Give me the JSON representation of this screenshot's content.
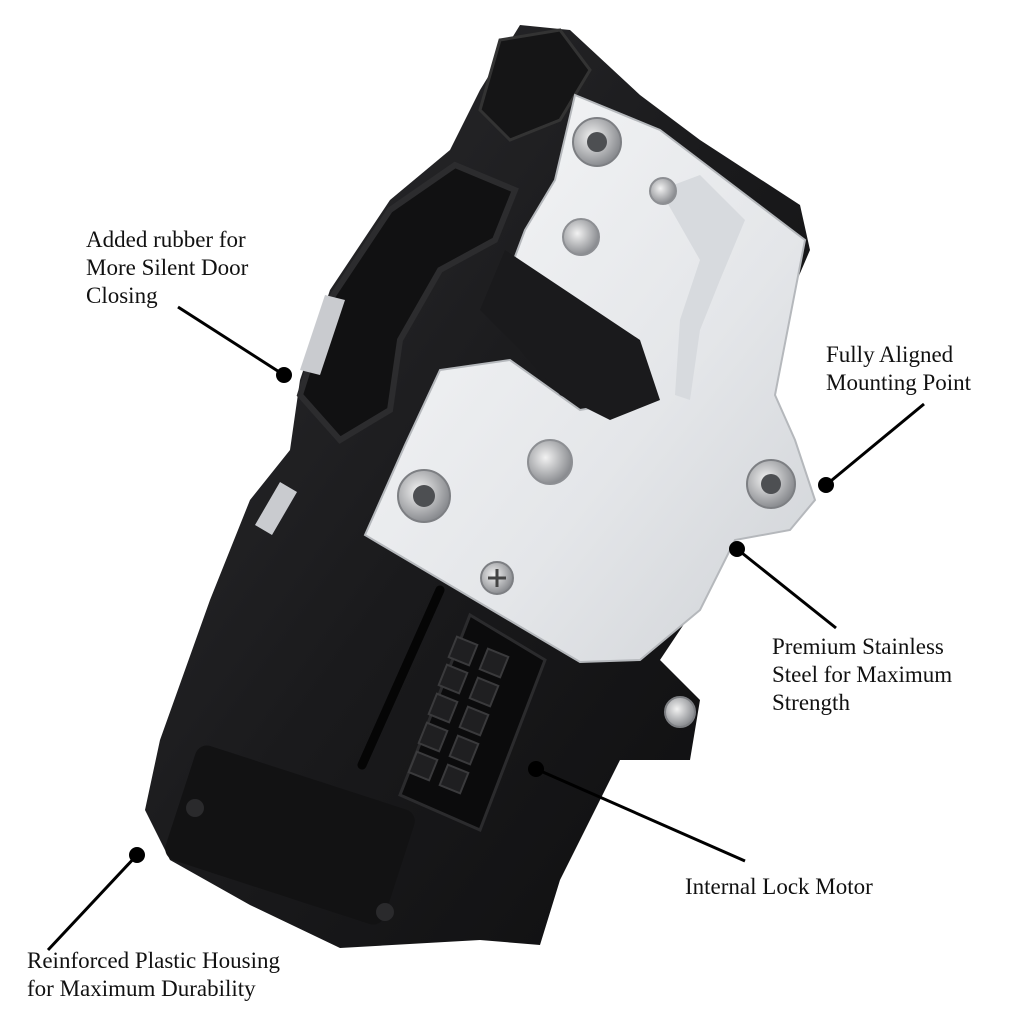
{
  "callouts": {
    "rubber": [
      "Added rubber for",
      "More Silent Door",
      "Closing"
    ],
    "mounting": [
      "Fully Aligned",
      "Mounting Point"
    ],
    "steel": [
      "Premium Stainless",
      "Steel for Maximum",
      "Strength"
    ],
    "motor": [
      "Internal Lock Motor"
    ],
    "housing": [
      "Reinforced Plastic Housing",
      "for Maximum Durability"
    ]
  },
  "colors": {
    "background": "#ffffff",
    "housing": "#1c1c1e",
    "steel_plate": "#eceef0",
    "callout_text": "#111111"
  }
}
